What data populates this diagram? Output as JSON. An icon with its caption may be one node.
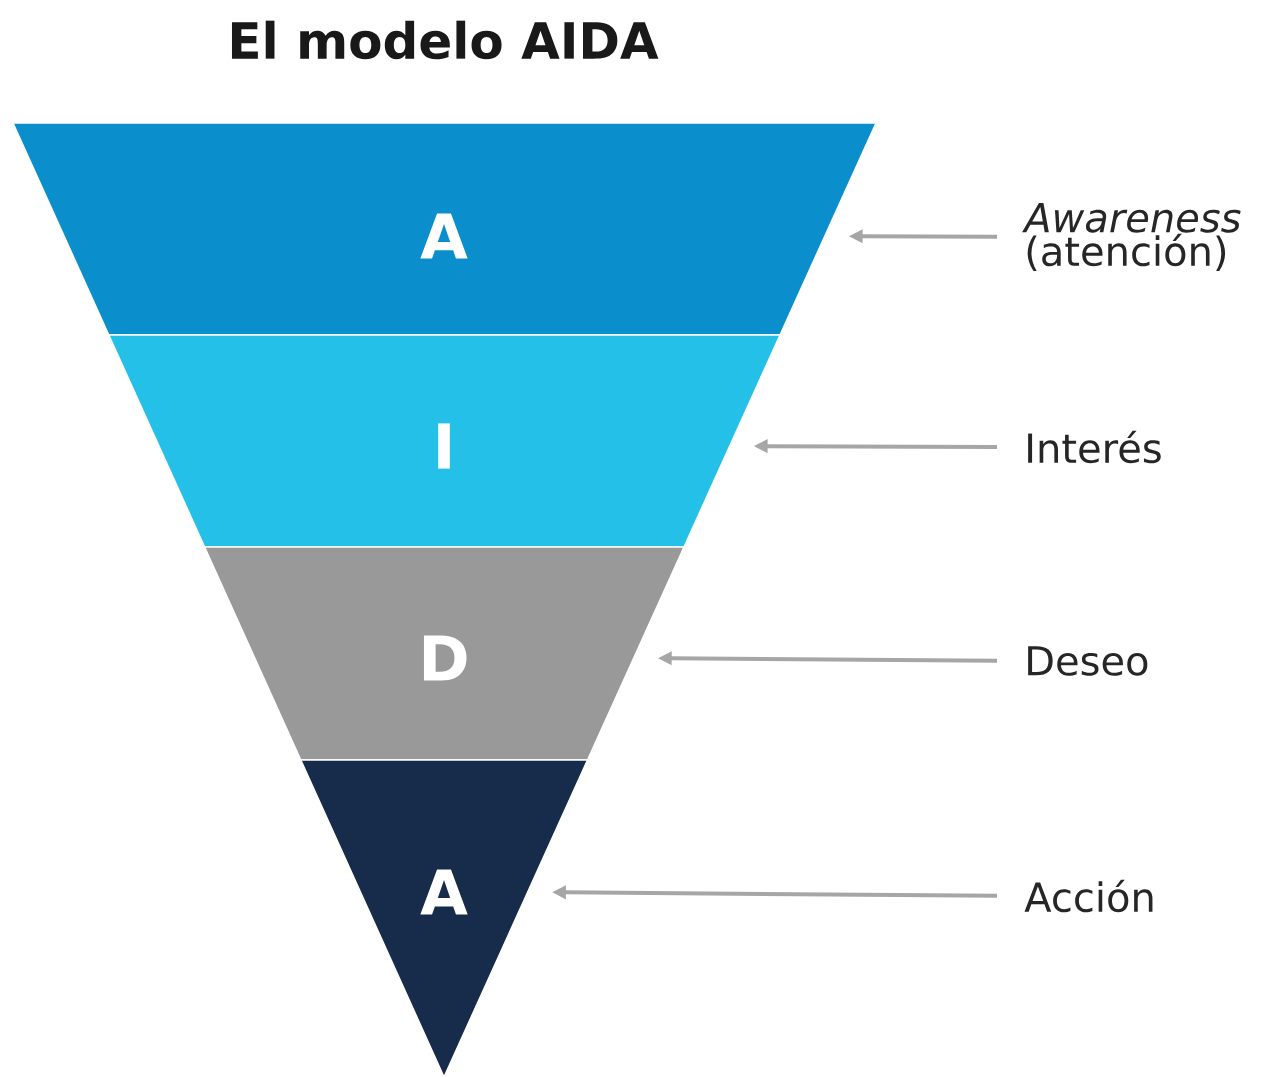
{
  "diagram": {
    "title": "El modelo AIDA",
    "nodes": [
      {
        "text": [
          "A"
        ]
      },
      {
        "text": [
          "I"
        ]
      },
      {
        "text": [
          "D"
        ]
      },
      {
        "text": [
          "A"
        ]
      },
      {
        "text": [
          "*Awareness* (atención)"
        ]
      },
      {
        "text": [
          "Interés"
        ]
      },
      {
        "text": [
          "Deseo"
        ]
      },
      {
        "text": [
          "Acción"
        ]
      }
    ],
    "edges": [
      {
        "from": 4,
        "to": 0,
        "arrow": "to"
      },
      {
        "from": 5,
        "to": 1,
        "arrow": "to"
      },
      {
        "from": 6,
        "to": 2,
        "arrow": "to"
      },
      {
        "from": 7,
        "to": 3,
        "arrow": "to"
      }
    ]
  }
}
